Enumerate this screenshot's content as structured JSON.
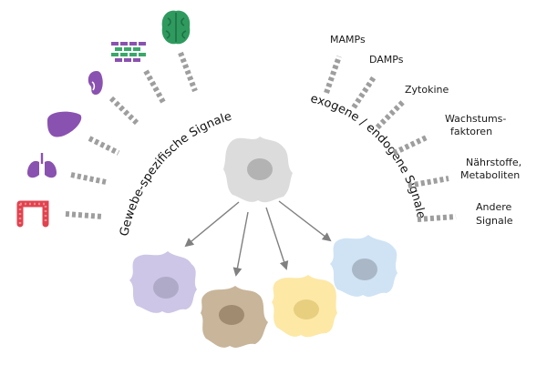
{
  "left_arc": {
    "label": "Gewebe-spezifische Signale"
  },
  "right_arc": {
    "label": "exogene / endogene Signale"
  },
  "signals": {
    "mamps": "MAMPs",
    "damps": "DAMPs",
    "zytokine": "Zytokine",
    "wachstum_line1": "Wachstums-",
    "wachstum_line2": "faktoren",
    "naehr_line1": "Nährstoffe,",
    "naehr_line2": "Metaboliten",
    "andere_line1": "Andere",
    "andere_line2": "Signale"
  },
  "organs": [
    "brain-icon",
    "tissue-icon",
    "kidney-icon",
    "liver-icon",
    "lungs-icon",
    "intestine-icon"
  ],
  "colors": {
    "precursor": "#dcdcdc",
    "cell_purple": "#cdc6e6",
    "cell_brown": "#c8b59a",
    "cell_yellow": "#fde8a6",
    "cell_blue": "#cfe3f5",
    "organ_purple": "#8a52b0",
    "brain_green": "#2f9a5e",
    "intestine_red": "#e0434f",
    "tissue_green": "#3aa86a",
    "tissue_purple": "#8a52b0",
    "dash_gray": "#9e9e9e",
    "arrow_gray": "#808080"
  }
}
